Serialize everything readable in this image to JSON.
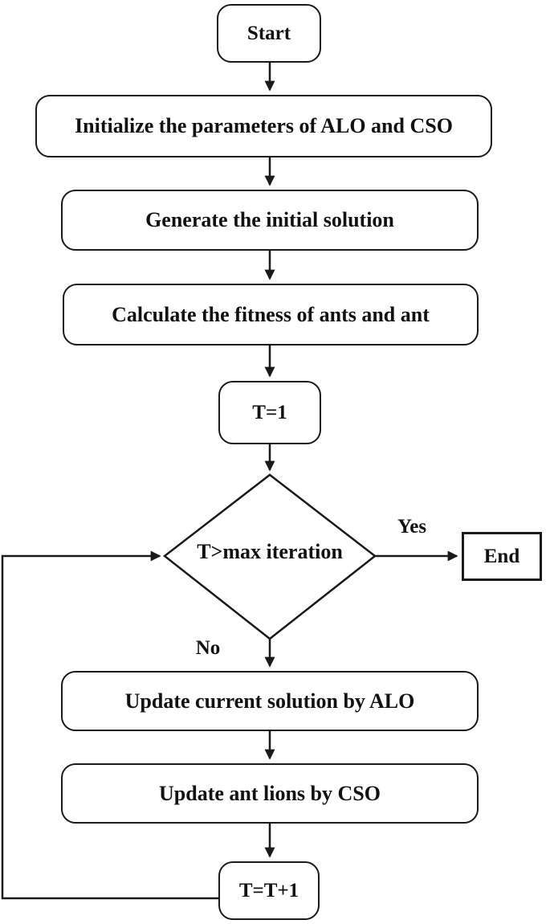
{
  "flowchart": {
    "title": "ALO-CSO hybrid algorithm flowchart",
    "colors": {
      "stroke": "#1a1a1a",
      "background": "#ffffff",
      "text": "#111111"
    },
    "nodes": {
      "start": {
        "label": "Start",
        "shape": "rounded-rect"
      },
      "initialize": {
        "label": "Initialize the parameters of ALO and CSO",
        "shape": "rounded-rect"
      },
      "generate": {
        "label": "Generate the initial solution",
        "shape": "rounded-rect"
      },
      "calculate": {
        "label": "Calculate the fitness of ants and ant",
        "shape": "rounded-rect"
      },
      "t_init": {
        "label": "T=1",
        "shape": "rounded-rect"
      },
      "decision": {
        "label": "T>max iteration",
        "shape": "diamond"
      },
      "end": {
        "label": "End",
        "shape": "rect"
      },
      "update_alo": {
        "label": "Update current solution by ALO",
        "shape": "rounded-rect"
      },
      "update_cso": {
        "label": "Update ant lions by CSO",
        "shape": "rounded-rect"
      },
      "t_increment": {
        "label": "T=T+1",
        "shape": "rounded-rect"
      }
    },
    "edge_labels": {
      "yes": "Yes",
      "no": "No"
    },
    "edges": [
      "start -> initialize",
      "initialize -> generate",
      "generate -> calculate",
      "calculate -> t_init",
      "t_init -> decision",
      "decision -Yes-> end",
      "decision -No-> update_alo",
      "update_alo -> update_cso",
      "update_cso -> t_increment",
      "t_increment -> decision (loop back)"
    ]
  }
}
